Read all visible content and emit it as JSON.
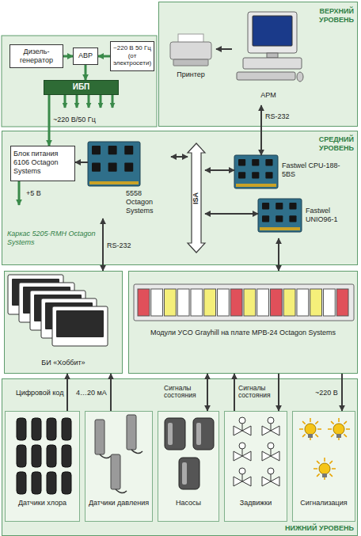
{
  "diagram": {
    "nodes": [
      {
        "text": [
          "ВЕРХНИЙ УРОВЕНЬ"
        ]
      },
      {
        "text": [
          "Принтер"
        ],
        "in": 0
      },
      {
        "text": [
          "АРМ"
        ],
        "in": 0
      },
      {
        "text": [
          "Дизель-генератор"
        ]
      },
      {
        "text": [
          "АВР"
        ]
      },
      {
        "text": [
          "~220 В 50 Гц (от электросети)"
        ]
      },
      {
        "text": [
          "ИБП"
        ]
      },
      {
        "text": [
          "СРЕДНИЙ УРОВЕНЬ",
          "Каркас 5205-RMH Octagon Systems"
        ]
      },
      {
        "text": [
          "Блок питания 6106 Octagon Systems"
        ],
        "in": 7
      },
      {
        "text": [
          "5558 Octagon Systems"
        ],
        "in": 7
      },
      {
        "text": [
          "ISA"
        ],
        "in": 7
      },
      {
        "text": [
          "Fastwel CPU-188-5BS"
        ],
        "in": 7
      },
      {
        "text": [
          "Fastwel UNIO96-1"
        ],
        "in": 7
      },
      {
        "text": [
          "БИ «Хоббит»"
        ]
      },
      {
        "text": [
          "Модули УСО Grayhill на плате MPB-24 Octagon Systems"
        ]
      },
      {
        "text": [
          "НИЖНИЙ УРОВЕНЬ"
        ]
      },
      {
        "text": [
          "Датчики хлора"
        ],
        "in": 15
      },
      {
        "text": [
          "Датчики давления"
        ],
        "in": 15
      },
      {
        "text": [
          "Насосы"
        ],
        "in": 15
      },
      {
        "text": [
          "Задвижки"
        ],
        "in": 15
      },
      {
        "text": [
          "Сигнализация"
        ],
        "in": 15
      }
    ],
    "edges": [
      {
        "from": 2,
        "to": 1,
        "arrow": "to"
      },
      {
        "from": 2,
        "to": 11,
        "label": "RS-232",
        "arrow": "both"
      },
      {
        "from": 3,
        "to": 4,
        "arrow": "to"
      },
      {
        "from": 5,
        "to": 4,
        "arrow": "to"
      },
      {
        "from": 4,
        "to": 6,
        "arrow": "to"
      },
      {
        "from": 6,
        "to": 8,
        "label": "~220 В/50 Гц",
        "arrow": "to"
      },
      {
        "from": 9,
        "to": 8,
        "arrow": "to"
      },
      {
        "from": 9,
        "to": 10,
        "arrow": "both"
      },
      {
        "from": 11,
        "to": 10,
        "arrow": "both"
      },
      {
        "from": 12,
        "to": 10,
        "arrow": "both"
      },
      {
        "from": 9,
        "to": 13,
        "label": "RS-232",
        "arrow": "both"
      },
      {
        "from": 12,
        "to": 14,
        "arrow": "both"
      },
      {
        "from": 16,
        "to": 13,
        "label": "Цифровой код",
        "arrow": "to"
      },
      {
        "from": 17,
        "to": 13,
        "label": "4…20 мА",
        "arrow": "to"
      },
      {
        "from": 14,
        "to": 18,
        "label": "Сигналы состояния",
        "arrow": "both"
      },
      {
        "from": 19,
        "to": 14,
        "label": "Сигналы состояния",
        "arrow": "to"
      },
      {
        "from": 14,
        "to": 19,
        "arrow": "to"
      },
      {
        "from": 14,
        "to": 20,
        "label": "~220 В",
        "arrow": "to"
      }
    ],
    "labels": [
      "+5 В"
    ]
  }
}
